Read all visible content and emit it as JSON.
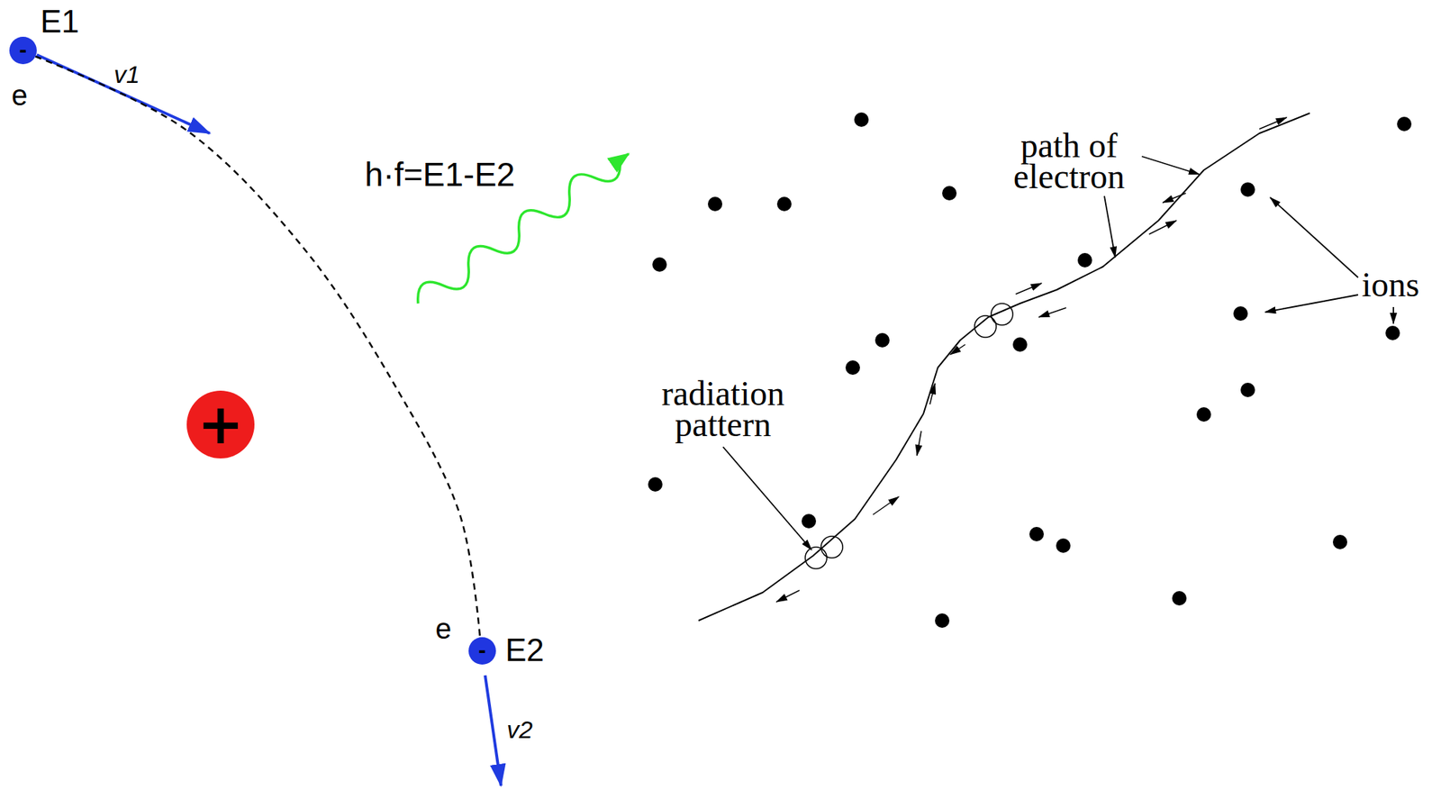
{
  "diagram": {
    "nodes": [
      {
        "text": [
          "-"
        ]
      },
      {
        "text": [
          "+"
        ]
      },
      {
        "text": [
          "-"
        ]
      }
    ],
    "edges": [
      {
        "from": 0,
        "to": 2,
        "arrow": "none"
      }
    ],
    "labels": [
      "E1",
      "e",
      "v1",
      "h·f=E1-E2",
      "e",
      "E2",
      "v2",
      "path of electron",
      "radiation pattern",
      "ions"
    ]
  }
}
